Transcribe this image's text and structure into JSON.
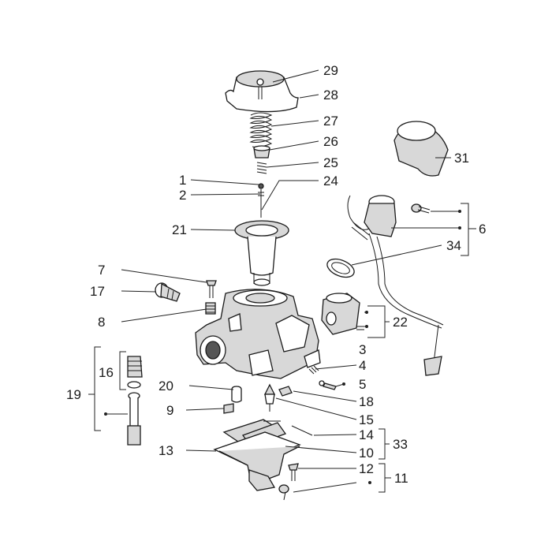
{
  "diagram": {
    "labels": {
      "l1": "1",
      "l2": "2",
      "l3": "3",
      "l4": "4",
      "l5": "5",
      "l6": "6",
      "l7": "7",
      "l8": "8",
      "l9": "9",
      "l10": "10",
      "l11": "11",
      "l12": "12",
      "l13": "13",
      "l14": "14",
      "l15": "15",
      "l16": "16",
      "l17": "17",
      "l18": "18",
      "l19": "19",
      "l20": "20",
      "l21": "21",
      "l22": "22",
      "l24": "24",
      "l25": "25",
      "l26": "26",
      "l27": "27",
      "l28": "28",
      "l29": "29",
      "l31": "31",
      "l33": "33",
      "l34": "34"
    }
  }
}
